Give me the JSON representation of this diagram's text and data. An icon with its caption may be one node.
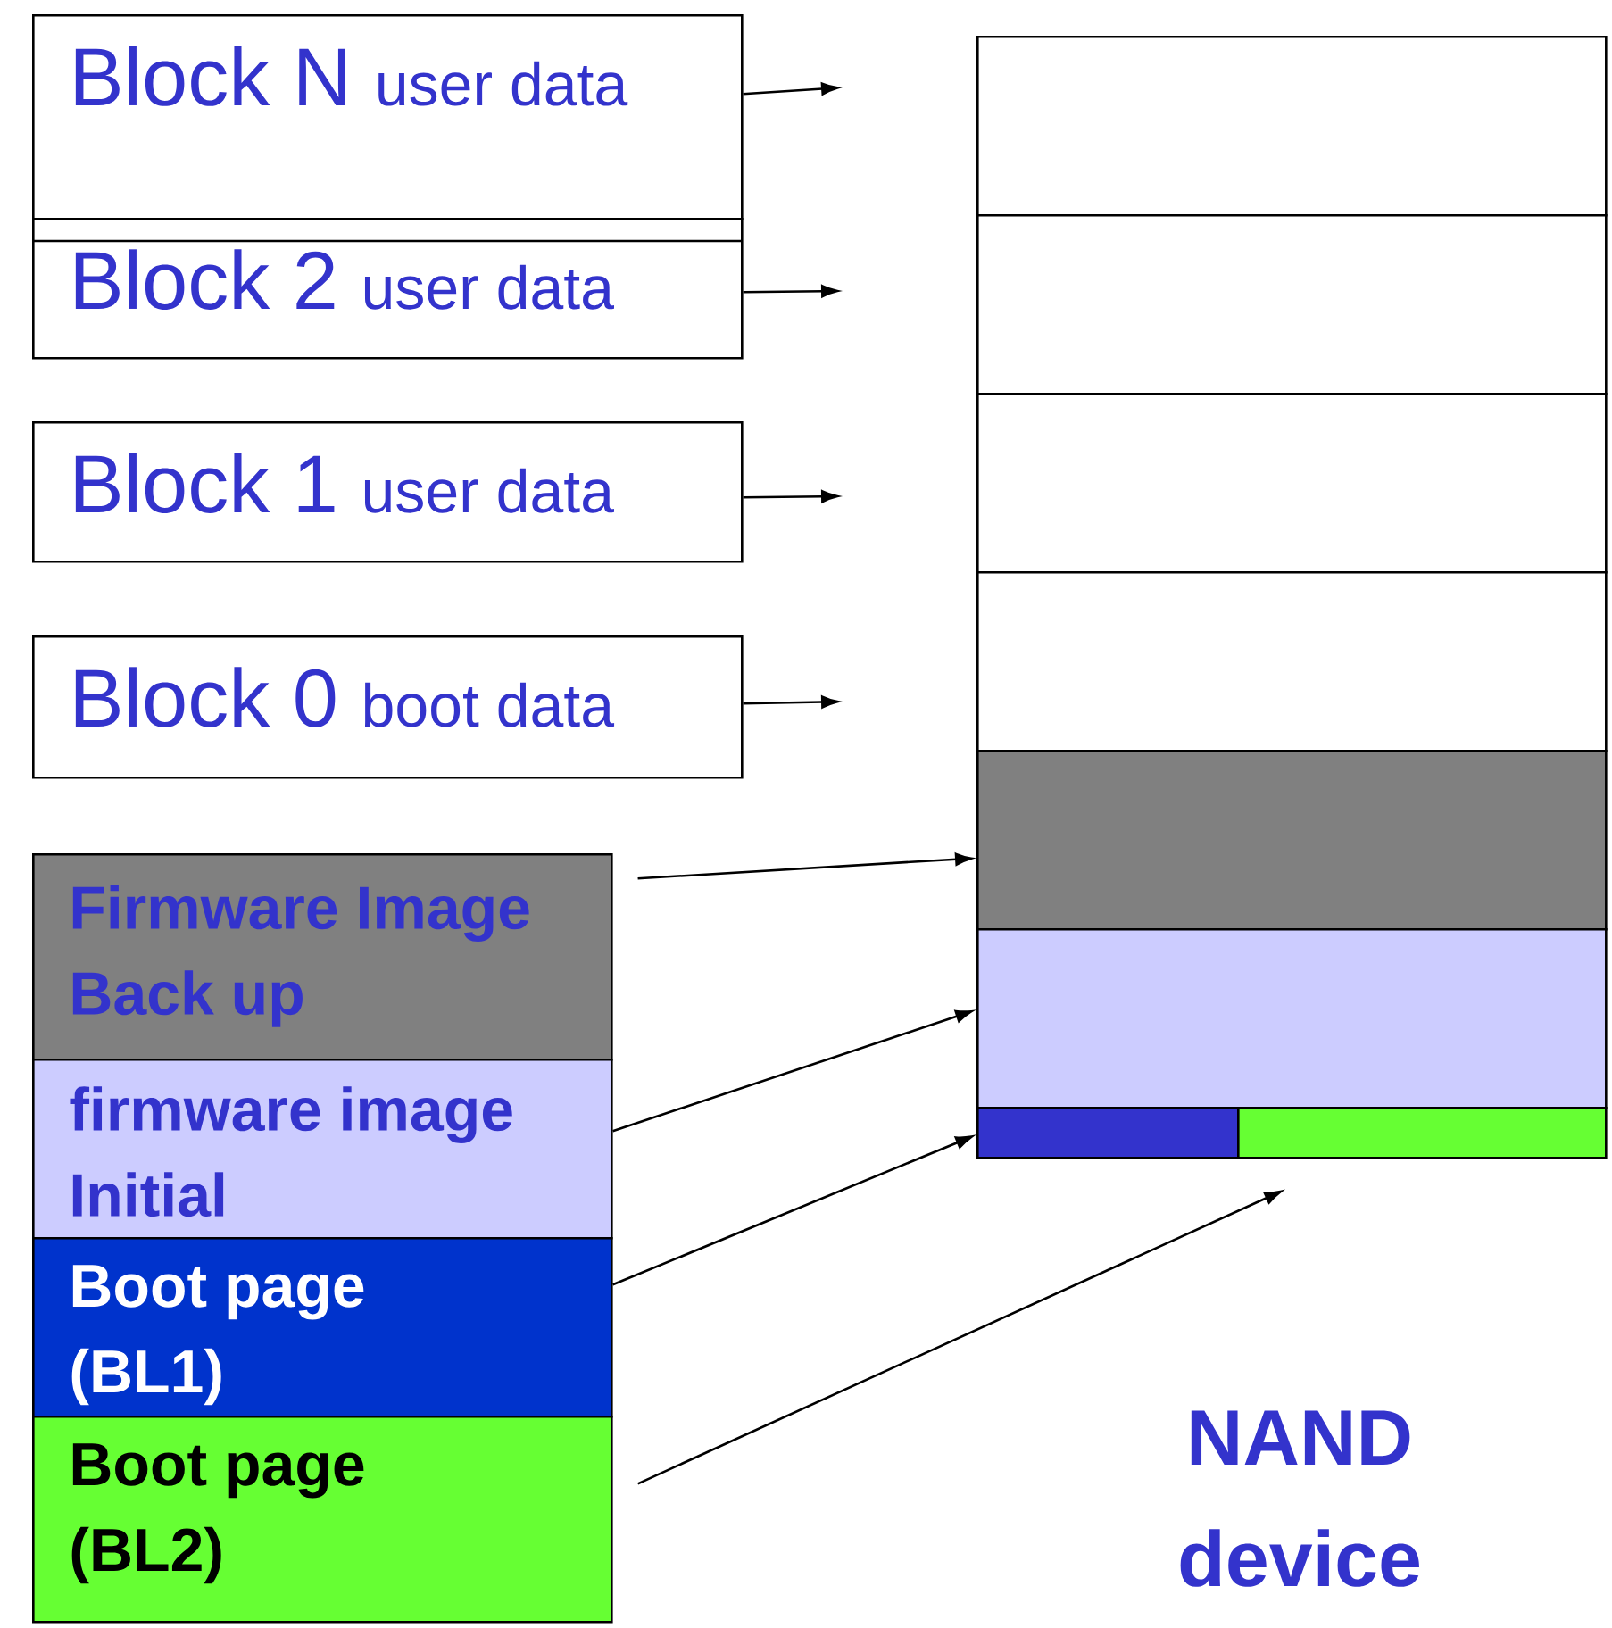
{
  "diagram": {
    "nodes": [
      {
        "text": [
          "Block N",
          "user data"
        ]
      },
      {
        "text": [
          "Block 2",
          "user data"
        ]
      },
      {
        "text": [
          "Block 1",
          "user data"
        ]
      },
      {
        "text": [
          "Block 0",
          "boot data"
        ]
      },
      {
        "text": [
          "Firmware Image Back up"
        ]
      },
      {
        "text": [
          "firmware image Initial"
        ]
      },
      {
        "text": [
          "Boot page (BL1)"
        ]
      },
      {
        "text": [
          "Boot page (BL2)"
        ]
      },
      {
        "text": [],
        "shape": "box"
      },
      {
        "text": [],
        "shape": "box"
      },
      {
        "text": [],
        "shape": "box"
      },
      {
        "text": [],
        "shape": "box"
      },
      {
        "text": [],
        "shape": "box"
      },
      {
        "text": [],
        "shape": "box"
      },
      {
        "text": [],
        "shape": "box"
      },
      {
        "text": [],
        "shape": "box"
      }
    ],
    "edges": [
      {
        "from": 0,
        "to": null,
        "arrow": "to"
      },
      {
        "from": 1,
        "to": null,
        "arrow": "to"
      },
      {
        "from": 2,
        "to": null,
        "arrow": "to"
      },
      {
        "from": 3,
        "to": null,
        "arrow": "to"
      },
      {
        "from": 4,
        "to": 12,
        "arrow": "to"
      },
      {
        "from": 5,
        "to": 13,
        "arrow": "to"
      },
      {
        "from": 6,
        "to": 14,
        "arrow": "to"
      },
      {
        "from": 7,
        "to": 15,
        "arrow": "to"
      }
    ],
    "labels": [
      "NAND device"
    ]
  }
}
